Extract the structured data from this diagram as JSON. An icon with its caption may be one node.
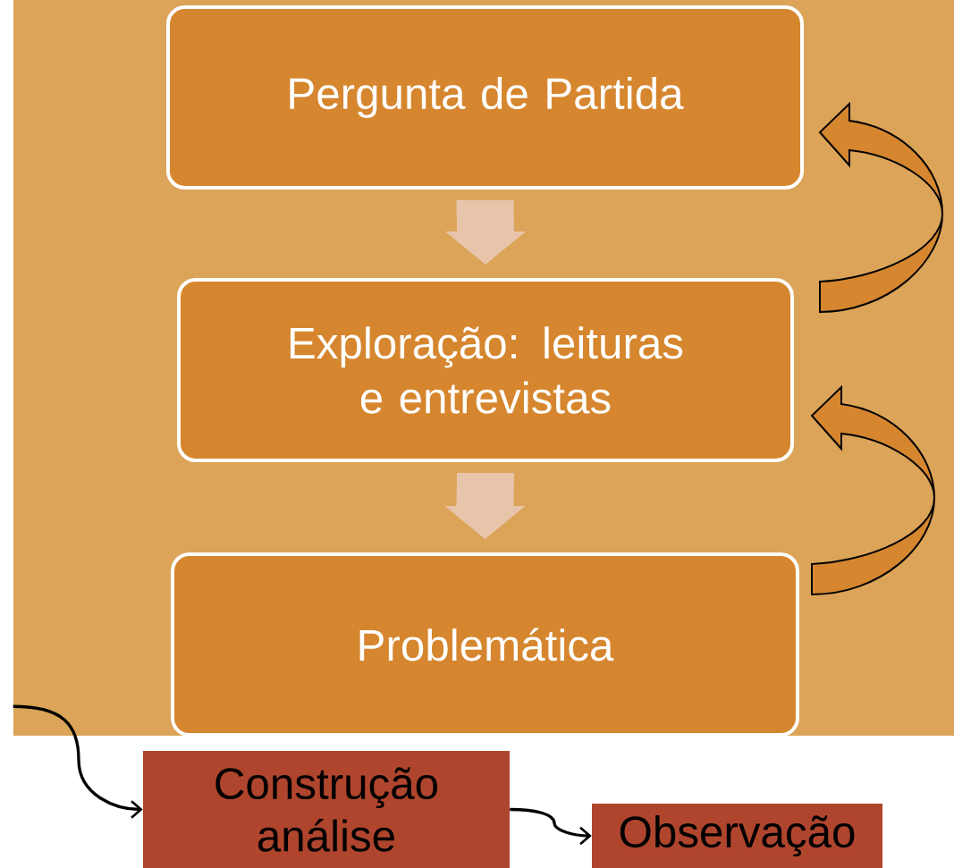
{
  "diagram": {
    "nodes": [
      {
        "text": [],
        "shape": "box"
      },
      {
        "text": [
          "Pergunta de Partida"
        ],
        "in": 0
      },
      {
        "text": [
          "Exploração: leituras e entrevistas"
        ],
        "in": 0
      },
      {
        "text": [
          "Problemática"
        ],
        "in": 0
      },
      {
        "text": [
          "Construção análise"
        ]
      },
      {
        "text": [
          "Observação"
        ]
      }
    ],
    "edges": [
      {
        "from": 1,
        "to": 2,
        "arrow": "to",
        "style": "thick",
        "color": "#e8c4ab"
      },
      {
        "from": 2,
        "to": 3,
        "arrow": "to",
        "style": "thick",
        "color": "#e8c4ab"
      },
      {
        "from": 2,
        "to": 1,
        "arrow": "to",
        "style": "thick",
        "color": "#d6862e"
      },
      {
        "from": 3,
        "to": 2,
        "arrow": "to",
        "style": "thick",
        "color": "#d6862e"
      },
      {
        "from": 0,
        "to": 4,
        "arrow": "to"
      },
      {
        "from": 4,
        "to": 5,
        "arrow": "to"
      }
    ]
  }
}
